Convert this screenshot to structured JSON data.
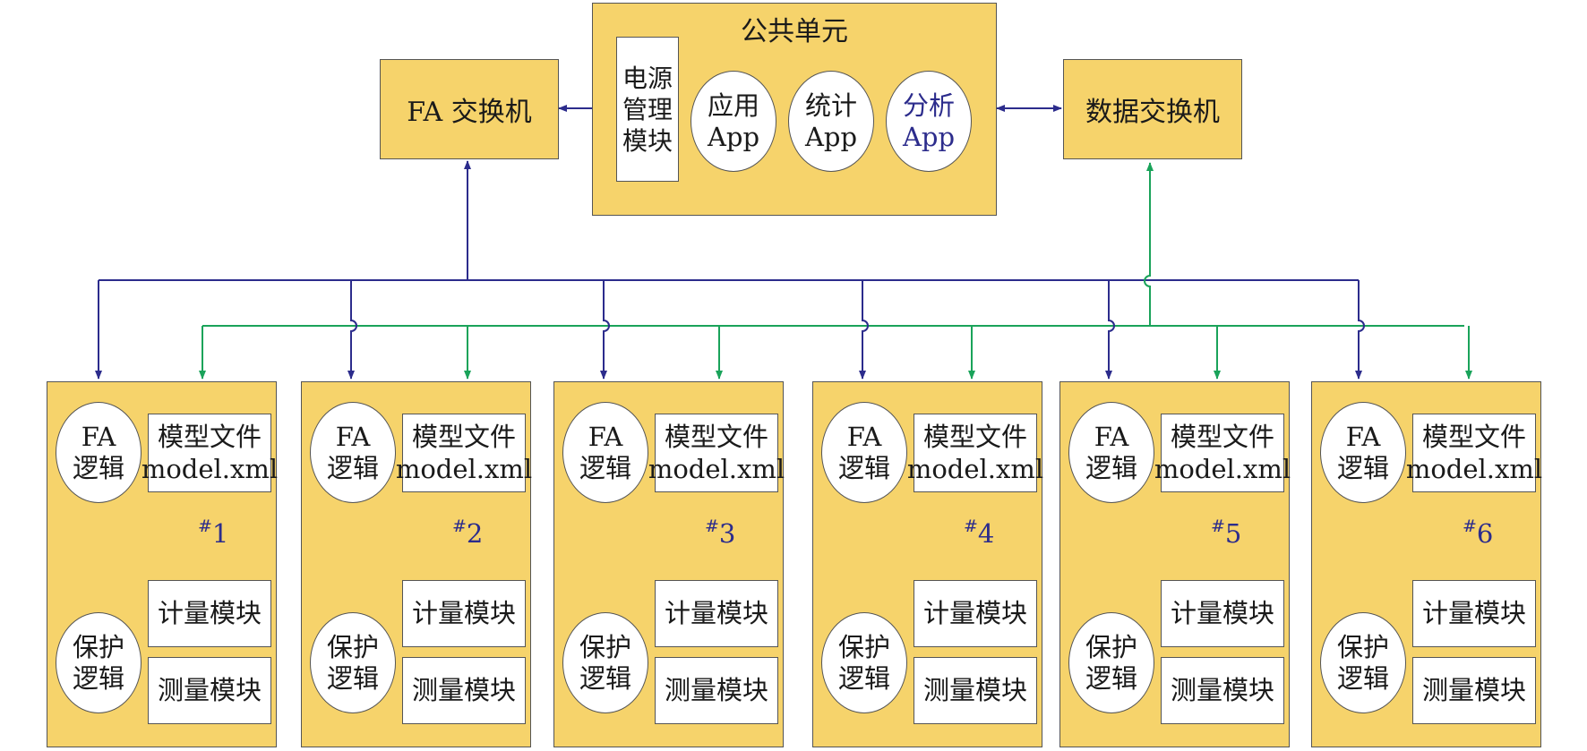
{
  "colors": {
    "box_fill": "#f6d36b",
    "blue_link": "#2c2c8c",
    "green_link": "#1aa35a"
  },
  "public_unit": {
    "title": "公共单元",
    "power_module": [
      "电源",
      "管理",
      "模块"
    ],
    "apps": [
      {
        "line1": "应用",
        "line2": "App"
      },
      {
        "line1": "统计",
        "line2": "App"
      },
      {
        "line1": "分析",
        "line2": "App"
      }
    ]
  },
  "fa_switch": {
    "label": "FA 交换机"
  },
  "data_switch": {
    "label": "数据交换机"
  },
  "device_template": {
    "fa_logic": [
      "FA",
      "逻辑"
    ],
    "model_file": [
      "模型文件",
      "model.xml"
    ],
    "metering": "计量模块",
    "protection_logic": [
      "保护",
      "逻辑"
    ],
    "measurement": "测量模块"
  },
  "devices": [
    {
      "hash": "#",
      "num": "1"
    },
    {
      "hash": "#",
      "num": "2"
    },
    {
      "hash": "#",
      "num": "3"
    },
    {
      "hash": "#",
      "num": "4"
    },
    {
      "hash": "#",
      "num": "5"
    },
    {
      "hash": "#",
      "num": "6"
    }
  ]
}
